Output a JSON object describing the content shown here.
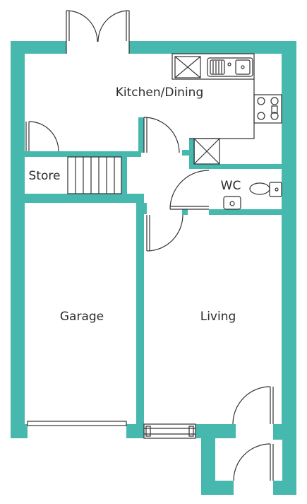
{
  "colors": {
    "wall": "#47b8ae",
    "line": "#333333",
    "background": "#ffffff"
  },
  "rooms": [
    {
      "id": "kitchen-dining",
      "label": "Kitchen/Dining"
    },
    {
      "id": "store",
      "label": "Store"
    },
    {
      "id": "wc",
      "label": "WC"
    },
    {
      "id": "garage",
      "label": "Garage"
    },
    {
      "id": "living",
      "label": "Living"
    }
  ]
}
